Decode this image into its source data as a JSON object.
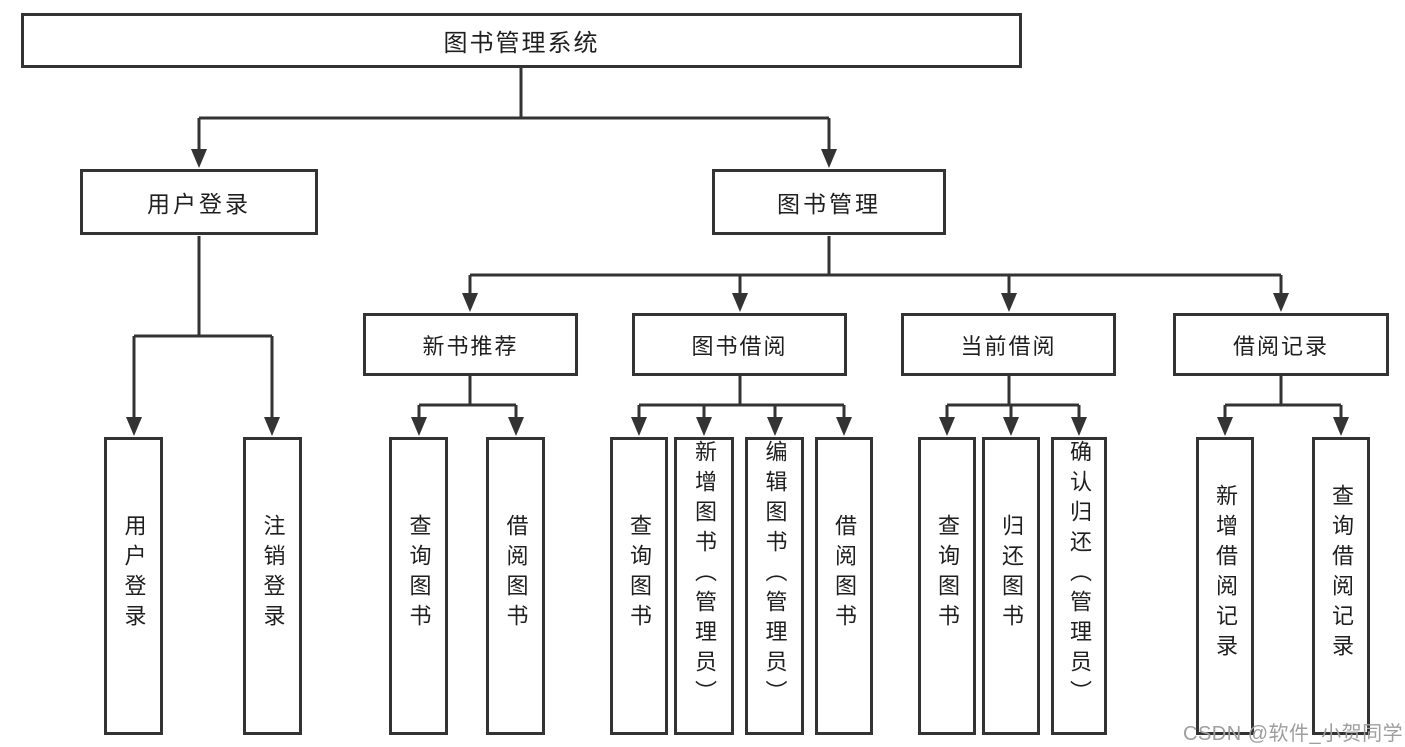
{
  "tree": {
    "label": "图书管理系统",
    "children": [
      {
        "label": "用户登录",
        "children": [
          {
            "label": "用户登录"
          },
          {
            "label": "注销登录"
          }
        ]
      },
      {
        "label": "图书管理",
        "children": [
          {
            "label": "新书推荐",
            "children": [
              {
                "label": "查询图书"
              },
              {
                "label": "借阅图书"
              }
            ]
          },
          {
            "label": "图书借阅",
            "children": [
              {
                "label": "查询图书"
              },
              {
                "label": "新增图书（管理员）"
              },
              {
                "label": "编辑图书（管理员）"
              },
              {
                "label": "借阅图书"
              }
            ]
          },
          {
            "label": "当前借阅",
            "children": [
              {
                "label": "查询图书"
              },
              {
                "label": "归还图书"
              },
              {
                "label": "确认归还（管理员）"
              }
            ]
          },
          {
            "label": "借阅记录",
            "children": [
              {
                "label": "新增借阅记录"
              },
              {
                "label": "查询借阅记录"
              }
            ]
          }
        ]
      }
    ]
  },
  "watermark": {
    "text": "CSDN @软件_小贺同学"
  },
  "colors": {
    "line": "#333333",
    "text": "#1f1f1f",
    "watermark": "#9e9e9e",
    "background": "#ffffff"
  }
}
